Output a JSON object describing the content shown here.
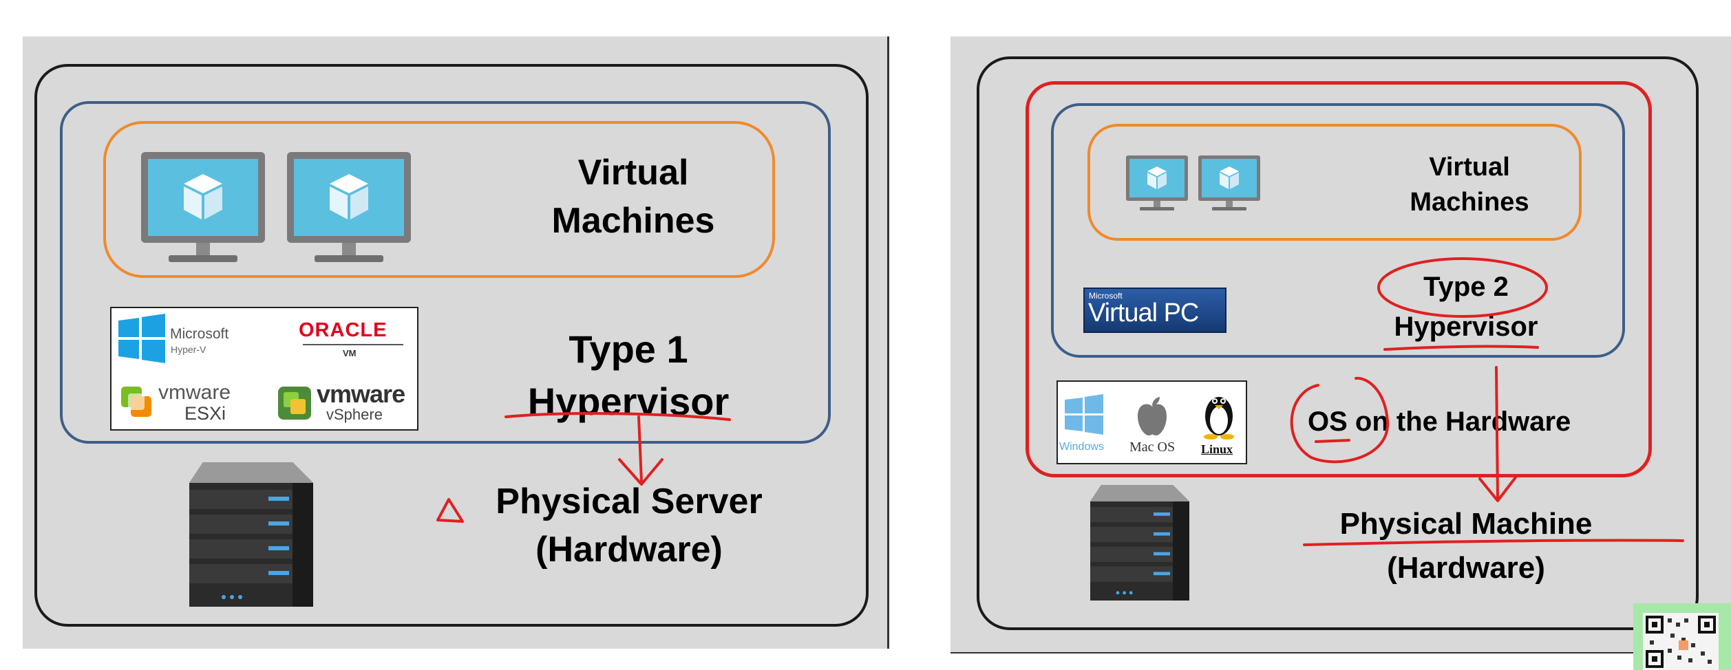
{
  "left": {
    "vm_label_1": "Virtual",
    "vm_label_2": "Machines",
    "hyp_label_1": "Type 1",
    "hyp_label_2": "Hypervisor",
    "hw_label_1": "Physical Server",
    "hw_label_2": "(Hardware)",
    "logos": {
      "microsoft": "Microsoft",
      "hyperv": "Hyper-V",
      "oracle": "ORACLE",
      "vm": "VM",
      "vmware1": "vmware",
      "esxi": "ESXi",
      "vmware2": "vmware",
      "vsphere": "vSphere"
    }
  },
  "right": {
    "vm_label_1": "Virtual",
    "vm_label_2": "Machines",
    "hyp_label_1": "Type 2",
    "hyp_label_2": "Hypervisor",
    "os_label": "OS on the Hardware",
    "hw_label_1": "Physical Machine",
    "hw_label_2": "(Hardware)",
    "logos": {
      "ms_small": "Microsoft",
      "virtual_pc": "Virtual PC",
      "windows": "Windows",
      "macos": "Mac OS",
      "linux": "Linux"
    }
  },
  "colors": {
    "panel": "#d9d9d9",
    "outer_border": "#1a1a1a",
    "hypervisor_border": "#3d5e87",
    "vm_border": "#ef8a2b",
    "annotation_red": "#e02020",
    "monitor_screen": "#5bbfe0"
  }
}
